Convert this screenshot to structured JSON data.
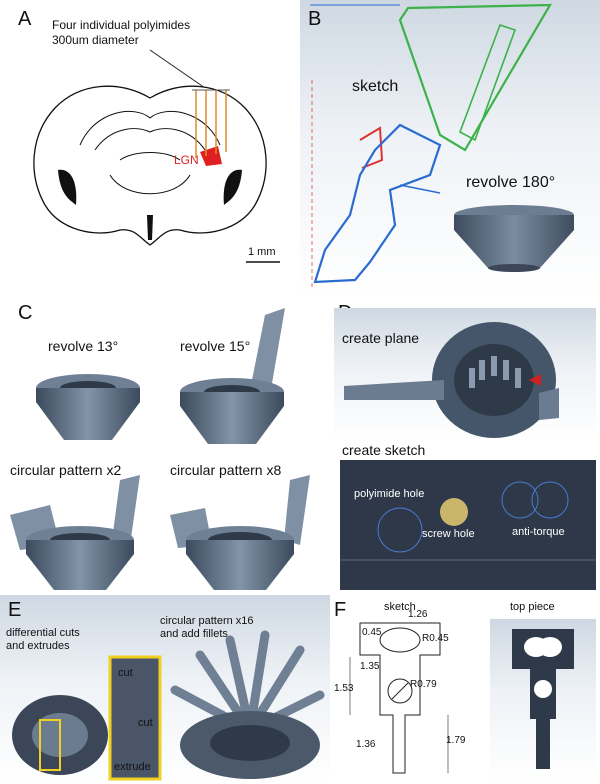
{
  "panels": {
    "A": {
      "label": "A",
      "note_line1": "Four individual polyimides",
      "note_line2": "300um diameter",
      "region": "LGN",
      "scale": "1 mm"
    },
    "B": {
      "label": "B",
      "sketch": "sketch",
      "revolve": "revolve 180°"
    },
    "C": {
      "label": "C",
      "revolve13": "revolve 13°",
      "revolve15": "revolve 15°",
      "pattern2": "circular pattern x2",
      "pattern8": "circular pattern x8"
    },
    "D": {
      "label": "D",
      "create_plane": "create plane",
      "create_sketch": "create sketch",
      "polyimide_hole": "polyimide hole",
      "screw_hole": "screw hole",
      "anti_torque": "anti-torque"
    },
    "E": {
      "label": "E",
      "differential_line1": "differential cuts",
      "differential_line2": "and extrudes",
      "pattern16_line1": "circular pattern x16",
      "pattern16_line2": "and add fillets",
      "cut1": "cut",
      "cut2": "cut",
      "extrude": "extrude"
    },
    "F": {
      "label": "F",
      "sketch": "sketch",
      "top_piece": "top piece",
      "dims": {
        "d126": "1.26",
        "d045": "0.45",
        "r045": "R0.45",
        "d135": "1.35",
        "r079": "R0.79",
        "d153": "1.53",
        "d136": "1.36",
        "d179": "1.79"
      }
    }
  }
}
